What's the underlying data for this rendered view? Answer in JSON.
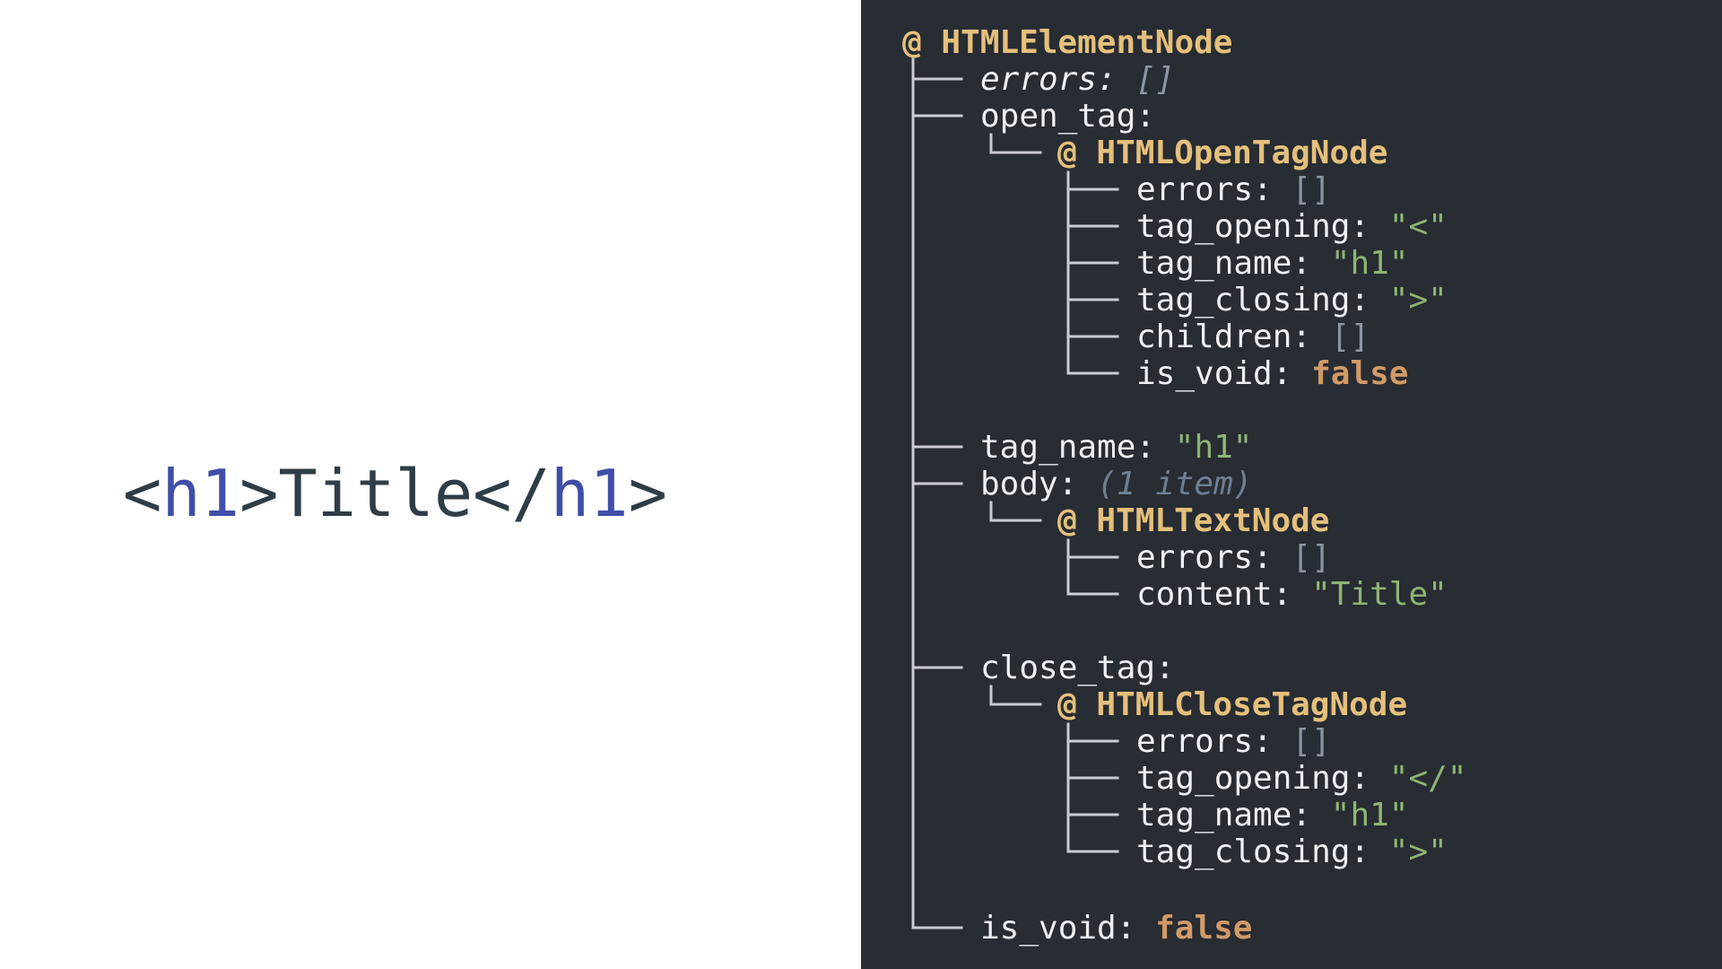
{
  "source": {
    "lt1": "<",
    "tag1": "h1",
    "gt1": ">",
    "text": "Title",
    "lt2": "</",
    "tag2": "h1",
    "gt2": ">"
  },
  "tree": {
    "root": {
      "at": "@",
      "type": "HTMLElementNode"
    },
    "errors": {
      "key": "errors:",
      "value": "[]"
    },
    "open_tag": {
      "key": "open_tag:",
      "node": {
        "at": "@",
        "type": "HTMLOpenTagNode"
      },
      "fields": {
        "errors": {
          "key": "errors:",
          "value": "[]"
        },
        "tag_opening": {
          "key": "tag_opening:",
          "value": "\"<\""
        },
        "tag_name": {
          "key": "tag_name:",
          "value": "\"h1\""
        },
        "tag_closing": {
          "key": "tag_closing:",
          "value": "\">\""
        },
        "children": {
          "key": "children:",
          "value": "[]"
        },
        "is_void": {
          "key": "is_void:",
          "value": "false"
        }
      }
    },
    "tag_name": {
      "key": "tag_name:",
      "value": "\"h1\""
    },
    "body": {
      "key": "body:",
      "note": "(1 item)",
      "node": {
        "at": "@",
        "type": "HTMLTextNode"
      },
      "fields": {
        "errors": {
          "key": "errors:",
          "value": "[]"
        },
        "content": {
          "key": "content:",
          "value": "\"Title\""
        }
      }
    },
    "close_tag": {
      "key": "close_tag:",
      "node": {
        "at": "@",
        "type": "HTMLCloseTagNode"
      },
      "fields": {
        "errors": {
          "key": "errors:",
          "value": "[]"
        },
        "tag_opening": {
          "key": "tag_opening:",
          "value": "\"</\""
        },
        "tag_name": {
          "key": "tag_name:",
          "value": "\"h1\""
        },
        "tag_closing": {
          "key": "tag_closing:",
          "value": "\">\""
        }
      }
    },
    "is_void": {
      "key": "is_void:",
      "value": "false"
    }
  }
}
